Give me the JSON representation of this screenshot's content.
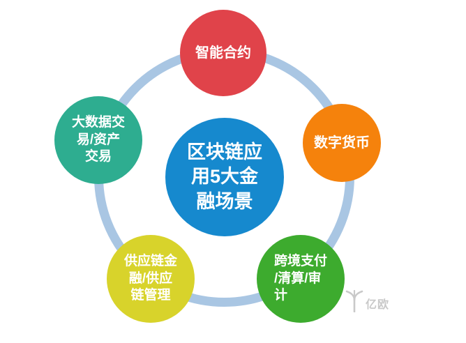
{
  "diagram": {
    "ring_color": "#a9c6e3",
    "center": {
      "label": "区块链应用5大金融场景",
      "lines": [
        "区块链应",
        "用5大金",
        "融场景"
      ],
      "color": "#1689ce"
    },
    "nodes": [
      {
        "id": "smart-contract",
        "label": "智能合约",
        "lines": [
          "智能合约"
        ],
        "color": "#e0434a",
        "position": "top"
      },
      {
        "id": "digital-currency",
        "label": "数字货币",
        "lines": [
          "数字货币"
        ],
        "color": "#f5820c",
        "position": "right"
      },
      {
        "id": "cross-border-payment",
        "label": "跨境支付/清算/审计",
        "lines": [
          "跨境支付",
          "/清算/审",
          "计"
        ],
        "color": "#3dab2e",
        "position": "bottom-right"
      },
      {
        "id": "supply-chain",
        "label": "供应链金融/供应链管理",
        "lines": [
          "供应链金",
          "融/供应",
          "链管理"
        ],
        "color": "#d8d32b",
        "position": "bottom-left"
      },
      {
        "id": "big-data-trading",
        "label": "大数据交易/资产交易",
        "lines": [
          "大数据交",
          "易/资产",
          "交易"
        ],
        "color": "#2ead90",
        "position": "left"
      }
    ]
  },
  "watermark": {
    "text": "亿欧"
  }
}
